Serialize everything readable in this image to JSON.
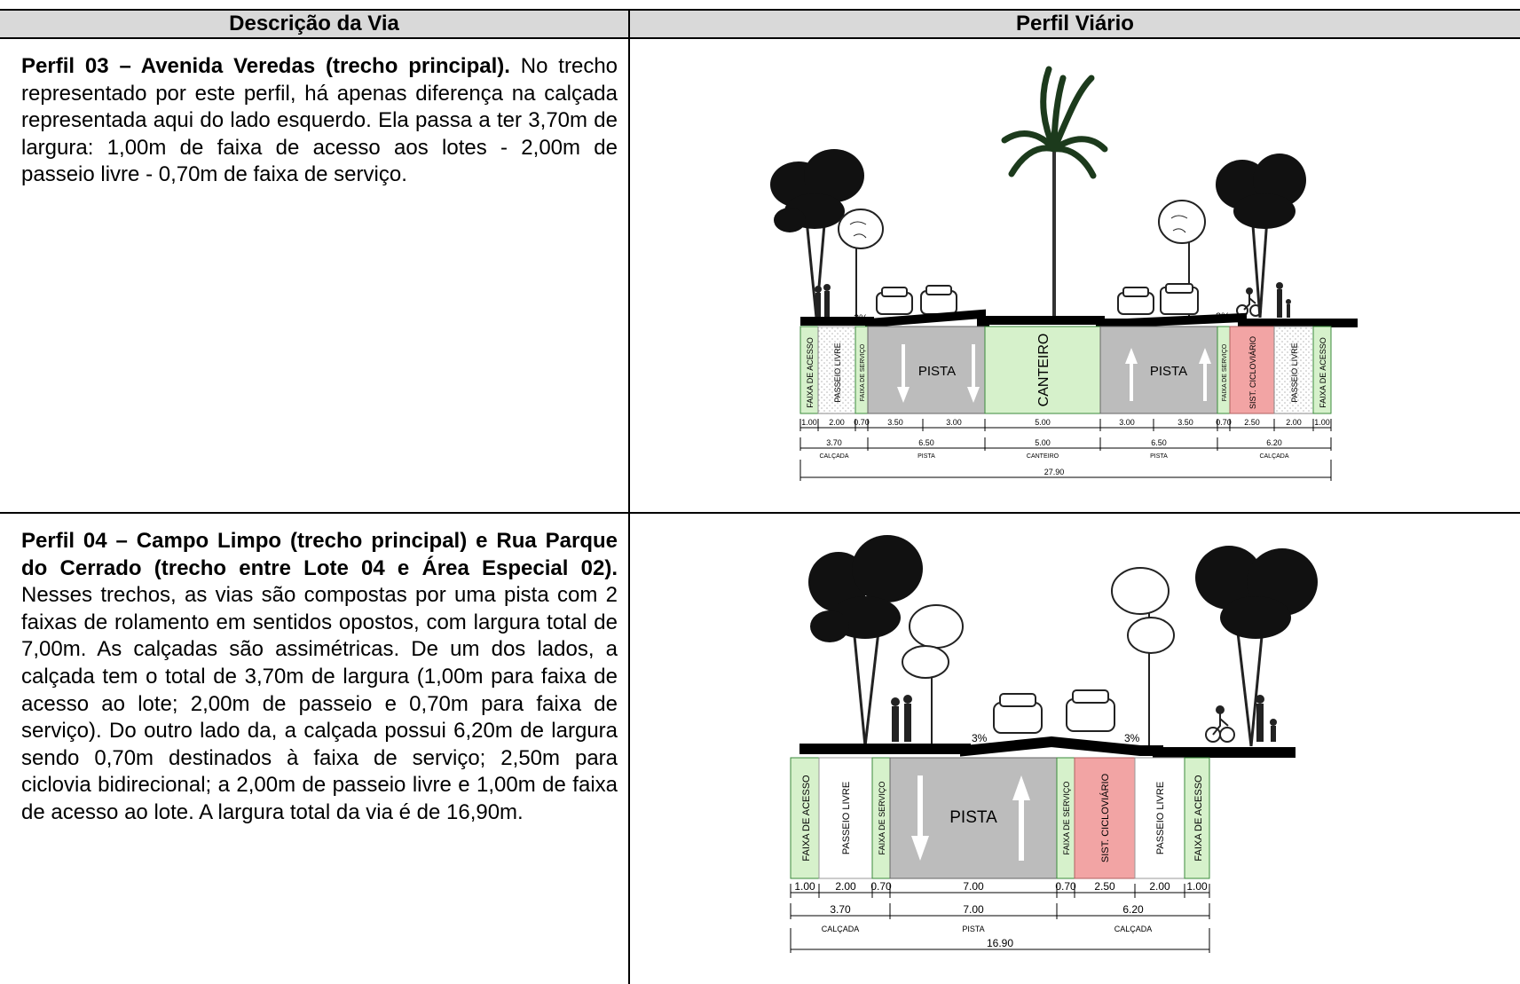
{
  "table": {
    "headers": [
      "Descrição da Via",
      "Perfil Viário"
    ],
    "rows": [
      {
        "title": "Perfil 03 – Avenida Veredas (trecho principal).",
        "text": " No trecho representado por este perfil, há apenas diferença na calçada representada aqui do lado esquerdo. Ela passa a ter 3,70m de largura: 1,00m de faixa de acesso aos lotes - 2,00m de passeio livre - 0,70m de faixa de serviço.",
        "profile": {
          "slope_left": "3%",
          "slope_right": "3%",
          "strips": [
            "FAIXA DE ACESSO",
            "PASSEIO LIVRE",
            "FAIXA DE SERVIÇO",
            "PISTA",
            "CANTEIRO",
            "PISTA",
            "FAIXA DE SERVIÇO",
            "SIST. CICLOVIÁRIO",
            "PASSEIO LIVRE",
            "FAIXA DE ACESSO"
          ],
          "dims": [
            "1.00",
            "2.00",
            "0.70",
            "3.50",
            "3.00",
            "5.00",
            "3.00",
            "3.50",
            "0.70",
            "2.50",
            "2.00",
            "1.00"
          ],
          "group_values": [
            "3.70",
            "6.50",
            "5.00",
            "6.50",
            "6.20"
          ],
          "group_labels": [
            "CALÇADA",
            "PISTA",
            "CANTEIRO",
            "PISTA",
            "CALÇADA"
          ],
          "total": "27.90"
        }
      },
      {
        "title": "Perfil 04 – Campo Limpo (trecho principal) e Rua Parque do Cerrado (trecho entre Lote 04 e Área Especial 02).",
        "text": " Nesses trechos, as vias são compostas por uma pista com 2 faixas de rolamento em sentidos opostos, com largura total de 7,00m. As calçadas são assimétricas. De um dos lados, a calçada tem o total de 3,70m de largura (1,00m para faixa de acesso ao lote; 2,00m de passeio e 0,70m para faixa de serviço). Do outro lado da, a calçada possui 6,20m de largura sendo 0,70m destinados à faixa de serviço; 2,50m para ciclovia bidirecional; a 2,00m de passeio livre e 1,00m de faixa de acesso ao lote. A largura total da via é de 16,90m.",
        "profile": {
          "slope_left": "3%",
          "slope_right": "3%",
          "strips": [
            "FAIXA DE ACESSO",
            "PASSEIO LIVRE",
            "FAIXA DE SERVIÇO",
            "PISTA",
            "FAIXA DE SERVIÇO",
            "SIST. CICLOVIÁRIO",
            "PASSEIO LIVRE",
            "FAIXA DE ACESSO"
          ],
          "dims": [
            "1.00",
            "2.00",
            "0.70",
            "7.00",
            "0.70",
            "2.50",
            "2.00",
            "1.00"
          ],
          "group_values": [
            "3.70",
            "7.00",
            "6.20"
          ],
          "group_labels": [
            "CALÇADA",
            "PISTA",
            "CALÇADA"
          ],
          "total": "16.90"
        }
      }
    ]
  },
  "colors": {
    "green_strip": "#d6f1cb",
    "pavement": "#bcbcbc",
    "cycle": "#f2a4a4",
    "header": "#d9d9d9"
  }
}
